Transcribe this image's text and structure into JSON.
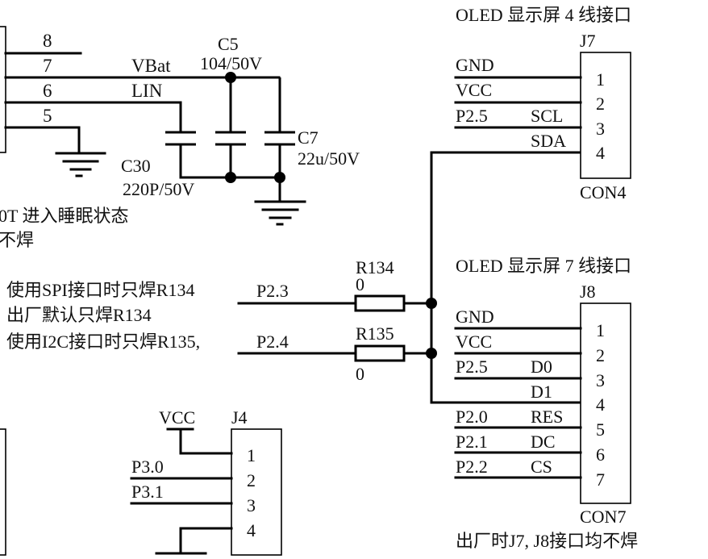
{
  "connector_left_top": {
    "pins": [
      {
        "num": "8",
        "net": ""
      },
      {
        "num": "7",
        "net": "VBat"
      },
      {
        "num": "6",
        "net": "LIN"
      },
      {
        "num": "5",
        "net": ""
      }
    ]
  },
  "capacitors": {
    "c5": {
      "ref": "C5",
      "value": "104/50V"
    },
    "c7": {
      "ref": "C7",
      "value": "22u/50V"
    },
    "c30": {
      "ref": "C30",
      "value": "220P/50V"
    }
  },
  "notes": {
    "sleep_line1": "0T 进入睡眠状态",
    "sleep_line2": "不焊",
    "spi_note": "使用SPI接口时只焊R134",
    "default_note": "出厂默认只焊R134",
    "i2c_note": "使用I2C接口时只焊R135,",
    "factory_note": "出厂时J7, J8接口均不焊"
  },
  "resistors": {
    "r134": {
      "ref": "R134",
      "value": "0",
      "net": "P2.3"
    },
    "r135": {
      "ref": "R135",
      "value": "0",
      "net": "P2.4"
    }
  },
  "j7": {
    "title": "OLED 显示屏 4 线接口",
    "ref": "J7",
    "part": "CON4",
    "pins": [
      {
        "num": "1",
        "net": "GND",
        "signal": ""
      },
      {
        "num": "2",
        "net": "VCC",
        "signal": ""
      },
      {
        "num": "3",
        "net": "P2.5",
        "signal": "SCL"
      },
      {
        "num": "4",
        "net": "",
        "signal": "SDA"
      }
    ]
  },
  "j8": {
    "title": "OLED 显示屏 7 线接口",
    "ref": "J8",
    "part": "CON7",
    "pins": [
      {
        "num": "1",
        "net": "GND",
        "signal": ""
      },
      {
        "num": "2",
        "net": "VCC",
        "signal": ""
      },
      {
        "num": "3",
        "net": "P2.5",
        "signal": "D0"
      },
      {
        "num": "4",
        "net": "",
        "signal": "D1"
      },
      {
        "num": "5",
        "net": "P2.0",
        "signal": "RES"
      },
      {
        "num": "6",
        "net": "P2.1",
        "signal": "DC"
      },
      {
        "num": "7",
        "net": "P2.2",
        "signal": "CS"
      }
    ]
  },
  "j4": {
    "ref": "J4",
    "power_net": "VCC",
    "pins": [
      {
        "num": "1",
        "net": ""
      },
      {
        "num": "2",
        "net": "P3.0"
      },
      {
        "num": "3",
        "net": "P3.1"
      },
      {
        "num": "4",
        "net": ""
      }
    ]
  }
}
